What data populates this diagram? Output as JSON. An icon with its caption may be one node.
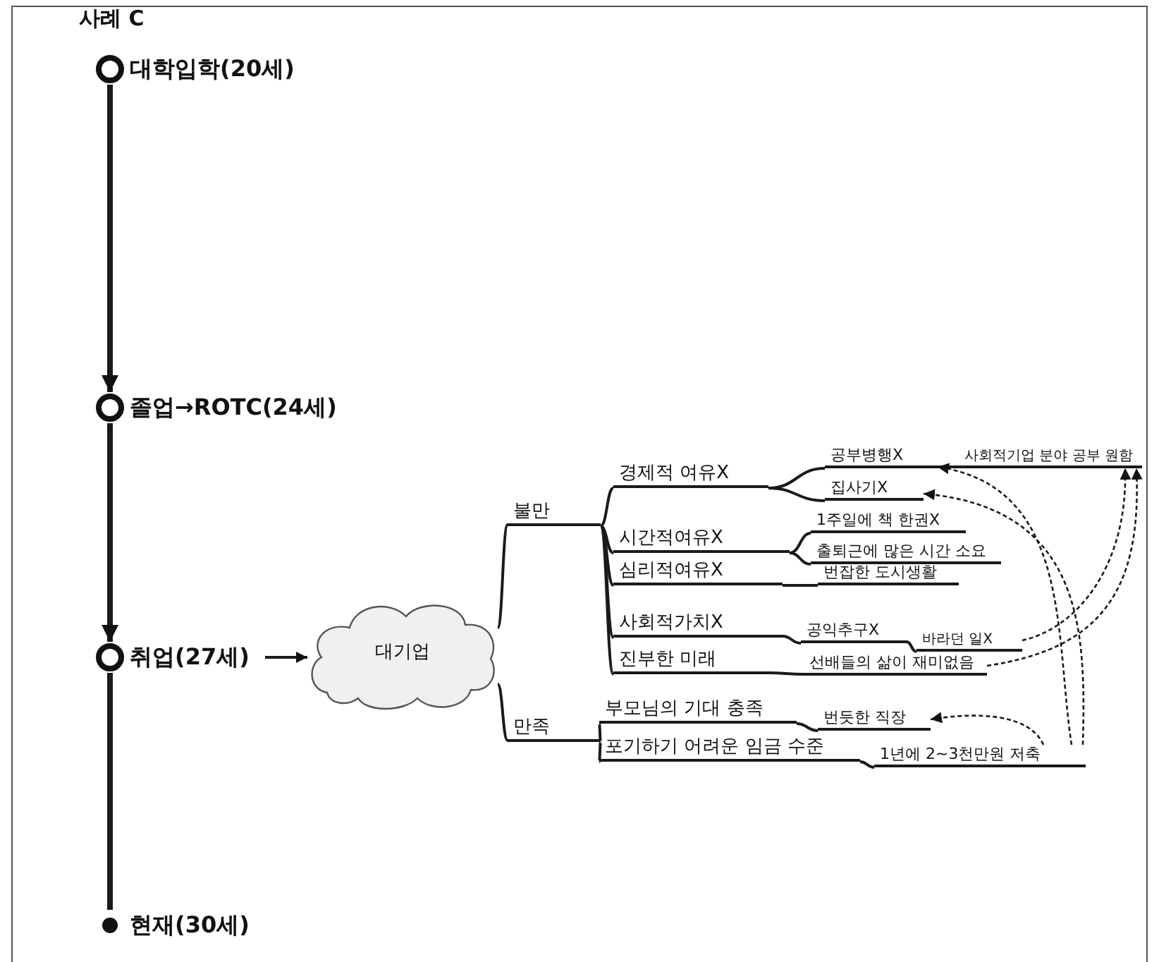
{
  "diagram": {
    "title": "사례 C",
    "nodes": [
      {
        "text": [
          "대학입학(20세)"
        ]
      },
      {
        "text": [
          "졸업→ROTC(24세)"
        ]
      },
      {
        "text": [
          "취업(27세)"
        ]
      },
      {
        "text": [
          "현재(30세)"
        ]
      },
      {
        "text": [
          "대기업"
        ]
      },
      {
        "text": [
          "불만"
        ]
      },
      {
        "text": [
          "만족"
        ]
      },
      {
        "text": [
          "경제적 여유X"
        ]
      },
      {
        "text": [
          "시간적여유X"
        ]
      },
      {
        "text": [
          "심리적여유X"
        ]
      },
      {
        "text": [
          "사회적가치X"
        ]
      },
      {
        "text": [
          "진부한 미래"
        ]
      },
      {
        "text": [
          "부모님의 기대 충족"
        ]
      },
      {
        "text": [
          "포기하기 어려운 임금 수준"
        ]
      },
      {
        "text": [
          "공부병행X"
        ]
      },
      {
        "text": [
          "집사기X"
        ]
      },
      {
        "text": [
          "1주일에 책 한권X"
        ]
      },
      {
        "text": [
          "출퇴근에 많은 시간 소요"
        ]
      },
      {
        "text": [
          "번잡한 도시생활"
        ]
      },
      {
        "text": [
          "공익추구X"
        ]
      },
      {
        "text": [
          "바라던 일X"
        ]
      },
      {
        "text": [
          "선배들의 삶이 재미없음"
        ]
      },
      {
        "text": [
          "사회적기업 분야 공부 원함"
        ]
      },
      {
        "text": [
          "번듯한 직장"
        ]
      },
      {
        "text": [
          "1년에 2~3천만원 저축"
        ]
      }
    ],
    "edges": [
      {
        "from": 0,
        "to": 1,
        "arrow": "to",
        "style": "thick"
      },
      {
        "from": 1,
        "to": 2,
        "arrow": "to",
        "style": "thick"
      },
      {
        "from": 2,
        "to": 3,
        "arrow": "none",
        "style": "thick"
      },
      {
        "from": 2,
        "to": 4,
        "arrow": "to"
      },
      {
        "from": 4,
        "to": 5,
        "arrow": "none"
      },
      {
        "from": 4,
        "to": 6,
        "arrow": "none"
      },
      {
        "from": 5,
        "to": 7,
        "arrow": "none"
      },
      {
        "from": 5,
        "to": 8,
        "arrow": "none"
      },
      {
        "from": 5,
        "to": 9,
        "arrow": "none"
      },
      {
        "from": 5,
        "to": 10,
        "arrow": "none"
      },
      {
        "from": 5,
        "to": 11,
        "arrow": "none"
      },
      {
        "from": 6,
        "to": 12,
        "arrow": "none"
      },
      {
        "from": 6,
        "to": 13,
        "arrow": "none"
      },
      {
        "from": 7,
        "to": 14,
        "arrow": "none"
      },
      {
        "from": 7,
        "to": 15,
        "arrow": "none"
      },
      {
        "from": 8,
        "to": 16,
        "arrow": "none"
      },
      {
        "from": 8,
        "to": 17,
        "arrow": "none"
      },
      {
        "from": 9,
        "to": 18,
        "arrow": "none"
      },
      {
        "from": 10,
        "to": 19,
        "arrow": "none"
      },
      {
        "from": 19,
        "to": 20,
        "arrow": "none"
      },
      {
        "from": 11,
        "to": 21,
        "arrow": "none"
      },
      {
        "from": 14,
        "to": 22,
        "arrow": "none"
      },
      {
        "from": 12,
        "to": 23,
        "arrow": "none"
      },
      {
        "from": 13,
        "to": 24,
        "arrow": "none"
      },
      {
        "from": 20,
        "to": 22,
        "arrow": "to",
        "style": "dashed"
      },
      {
        "from": 21,
        "to": 22,
        "arrow": "to",
        "style": "dashed"
      },
      {
        "from": 24,
        "to": 14,
        "arrow": "to",
        "style": "dashed"
      },
      {
        "from": 24,
        "to": 15,
        "arrow": "to",
        "style": "dashed"
      },
      {
        "from": 24,
        "to": 23,
        "arrow": "to",
        "style": "dashed"
      }
    ]
  }
}
